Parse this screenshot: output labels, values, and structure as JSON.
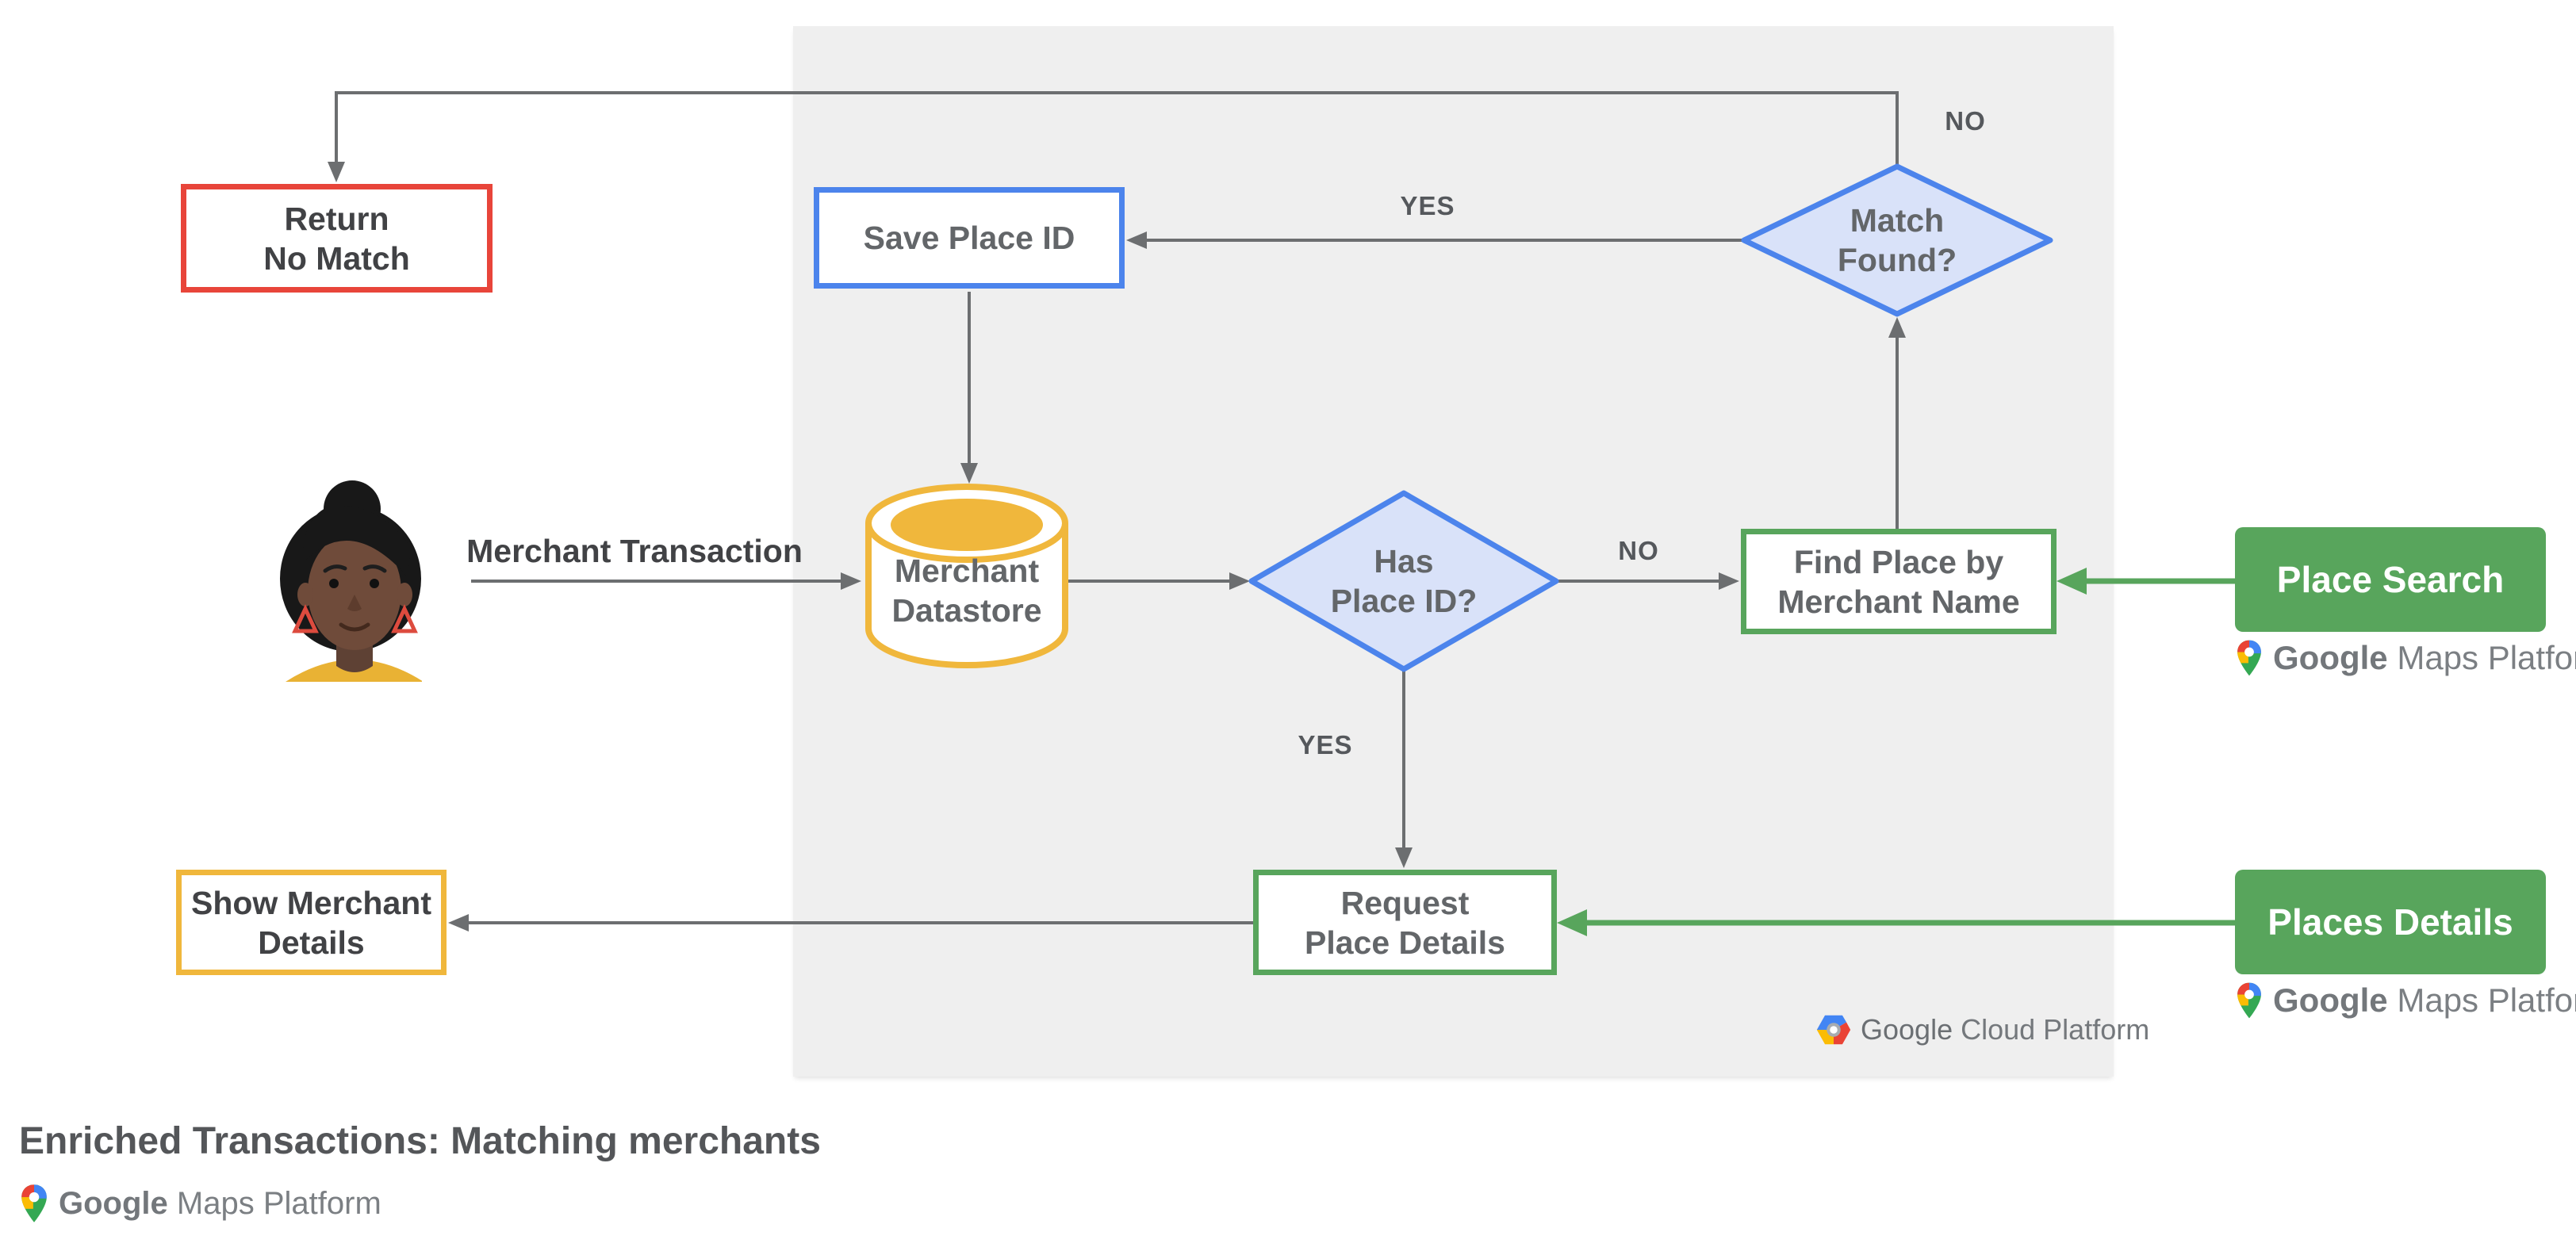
{
  "title": "Enriched Transactions: Matching merchants",
  "colors": {
    "panel_bg": "#efefef",
    "accent_blue": "#4c84ec",
    "accent_red": "#e8453a",
    "accent_green": "#58a55c",
    "accent_yellow": "#f0b73c",
    "diamond_fill": "#d9e2f9",
    "connector_gray": "#6c6e70",
    "text_dark": "#414245",
    "text_gray": "#636669",
    "label_gray": "#55585c",
    "logo_gray": "#7b7f83",
    "logo_blue": "#4285F4",
    "logo_red": "#EA4335",
    "logo_yellow": "#FBBC04",
    "logo_green": "#34A853"
  },
  "nodes": {
    "return_no_match": {
      "label": "Return\nNo Match"
    },
    "save_place_id": {
      "label": "Save Place ID"
    },
    "match_found": {
      "label": "Match\nFound?"
    },
    "merchant_datastore": {
      "label": "Merchant\nDatastore"
    },
    "has_place_id": {
      "label": "Has\nPlace ID?"
    },
    "find_place": {
      "label": "Find Place by\nMerchant Name"
    },
    "request_place_details": {
      "label": "Request\nPlace Details"
    },
    "show_merchant_details": {
      "label": "Show Merchant\nDetails"
    },
    "place_search": {
      "label": "Place Search"
    },
    "places_details": {
      "label": "Places Details"
    }
  },
  "edge_labels": {
    "merchant_transaction": "Merchant Transaction",
    "match_yes": "YES",
    "match_no": "NO",
    "has_no": "NO",
    "has_yes": "YES"
  },
  "logos": {
    "google": "Google",
    "maps_platform": "Maps Platform",
    "cloud_platform": "Cloud Platform"
  }
}
